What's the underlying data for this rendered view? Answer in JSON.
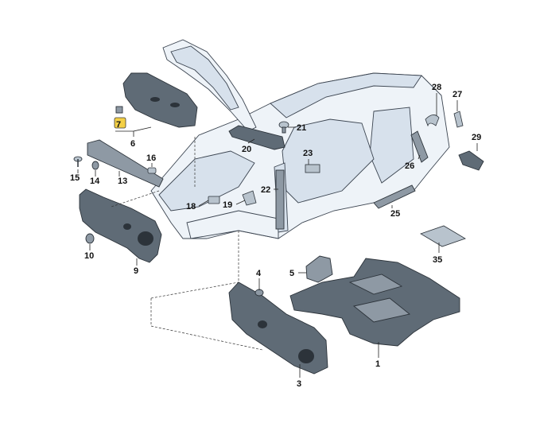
{
  "callouts": {
    "p1": "1",
    "p3": "3",
    "p4": "4",
    "p5": "5",
    "p6": "6",
    "p7": "7",
    "p9": "9",
    "p10": "10",
    "p13": "13",
    "p14": "14",
    "p15": "15",
    "p16": "16",
    "p18": "18",
    "p19": "19",
    "p20": "20",
    "p21": "21",
    "p22": "22",
    "p23": "23",
    "p25": "25",
    "p26": "26",
    "p27": "27",
    "p28": "28",
    "p29": "29",
    "p35": "35"
  },
  "colors": {
    "body": "#eef3f8",
    "insulation": "#5f6b76",
    "highlight": "#f4d046"
  }
}
